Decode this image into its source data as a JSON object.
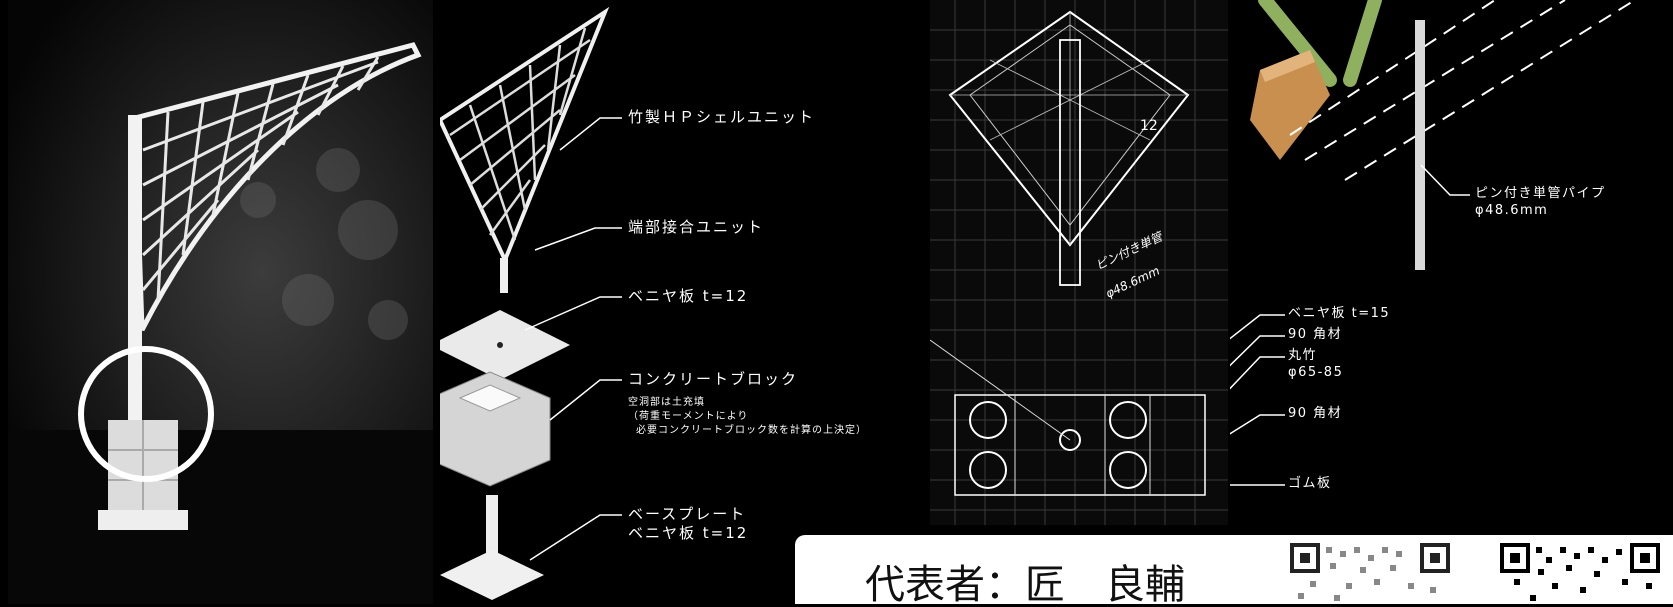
{
  "exploded_labels": {
    "shell_unit": "竹製ＨＰシェルユニット",
    "end_joint": "端部接合ユニット",
    "plywood": "ベニヤ板 t=12",
    "block": "コンクリートブロック",
    "block_note_1": "空洞部は土充填",
    "block_note_2": "（荷重モーメントにより",
    "block_note_3": "必要コンクリートブロック数を計算の上決定）",
    "base_plate": "ベースプレート",
    "base_plywood": "ベニヤ板 t=12"
  },
  "sketch_notes": {
    "dim_12": "12",
    "handwritten_1": "ピン付き単管",
    "handwritten_2": "φ48.6mm"
  },
  "pipe_labels": {
    "pipe": "ピン付き単管パイプ",
    "pipe_dia": "φ48.6mm"
  },
  "spec_labels": {
    "plywood15": "ベニヤ板 t=15",
    "lumber90a": "90 角材",
    "bamboo": "丸竹",
    "bamboo_dia": "φ65-85",
    "lumber90b": "90 角材",
    "rubber": "ゴム板"
  },
  "footer": {
    "text": "代表者：匠　良輔"
  },
  "colors": {
    "background": "#000000",
    "model_white": "#f2f2f2",
    "bamboo_green": "#8fb05f",
    "wood_tan": "#c98f4f",
    "footer_bg": "#ffffff"
  }
}
